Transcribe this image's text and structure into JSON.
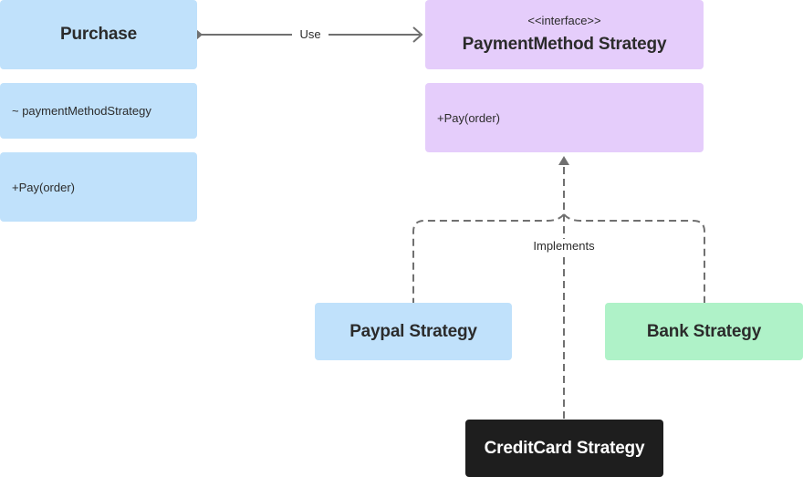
{
  "purchase": {
    "title": "Purchase",
    "attribute": "~ paymentMethodStrategy",
    "method": "+Pay(order)"
  },
  "payment_method": {
    "stereotype": "<<interface>>",
    "title": "PaymentMethod Strategy",
    "method": "+Pay(order)"
  },
  "paypal": {
    "title": "Paypal Strategy"
  },
  "bank": {
    "title": "Bank Strategy"
  },
  "creditcard": {
    "title": "CreditCard Strategy"
  },
  "edges": {
    "use_label": "Use",
    "implements_label": "Implements"
  },
  "colors": {
    "class_blue": "#c0e1fb",
    "interface_purple": "#e5cdfb",
    "bank_green": "#aff2c8",
    "creditcard_dark": "#1e1e1e",
    "connector_gray": "#707070"
  }
}
